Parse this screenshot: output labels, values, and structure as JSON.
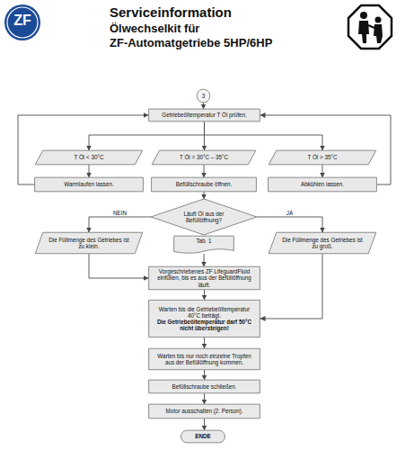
{
  "diagram": {
    "title": "Serviceinformation",
    "nodes": [
      {
        "text": [
          "3"
        ]
      },
      {
        "text": [
          "Getriebeöltemperatur T Öl prüfen."
        ]
      },
      {
        "text": [
          "T Öl < 30°C"
        ]
      },
      {
        "text": [
          "T Öl = 30°C – 35°C"
        ]
      },
      {
        "text": [
          "T Öl > 35°C"
        ]
      },
      {
        "text": [
          "Warmlaufen lassen."
        ]
      },
      {
        "text": [
          "Befüllschraube öffnen."
        ]
      },
      {
        "text": [
          "Abkühlen lassen."
        ]
      },
      {
        "text": [
          "Läuft Öl aus der Befüllöffnung?"
        ]
      },
      {
        "text": [
          "Die Füllmenge des Getriebes ist zu klein."
        ]
      },
      {
        "text": [
          "Tab. 1"
        ]
      },
      {
        "text": [
          "Die Füllmenge des Getriebes ist zu groß."
        ]
      },
      {
        "text": [
          "Vorgeschriebenes ZF LifeguardFluid einfüllen, bis es aus der Befüllöffnung läuft."
        ]
      },
      {
        "text": [
          "Warten bis die Getriebeöltemperatur 40°C beträgt.",
          "Die Getriebeöltemperatur darf 50°C nicht übersteigen!"
        ]
      },
      {
        "text": [
          "Warten bis nur noch einzelne Tropfen aus der Befüllöffnung kommen."
        ]
      },
      {
        "text": [
          "Befüllschraube schließen."
        ]
      },
      {
        "text": [
          "Motor ausschalten (2. Person)."
        ]
      },
      {
        "text": [
          "ENDE"
        ]
      }
    ],
    "edges": [
      {
        "from": 0,
        "to": 1,
        "arrow": "to"
      },
      {
        "from": 1,
        "to": 2,
        "arrow": "to"
      },
      {
        "from": 1,
        "to": 3,
        "arrow": "to"
      },
      {
        "from": 1,
        "to": 4,
        "arrow": "to"
      },
      {
        "from": 2,
        "to": 5,
        "arrow": "to"
      },
      {
        "from": 3,
        "to": 6,
        "arrow": "to"
      },
      {
        "from": 4,
        "to": 7,
        "arrow": "to"
      },
      {
        "from": 5,
        "to": 1,
        "arrow": "to"
      },
      {
        "from": 7,
        "to": 1,
        "arrow": "to"
      },
      {
        "from": 6,
        "to": 8,
        "arrow": "to"
      },
      {
        "from": 8,
        "to": 9,
        "label": "NEIN",
        "arrow": "to"
      },
      {
        "from": 8,
        "to": 11,
        "label": "JA",
        "arrow": "to"
      },
      {
        "from": 9,
        "to": 12,
        "arrow": "to"
      },
      {
        "from": 10,
        "to": 12,
        "arrow": "to"
      },
      {
        "from": 11,
        "to": 13,
        "arrow": "to"
      },
      {
        "from": 12,
        "to": 13,
        "arrow": "to"
      },
      {
        "from": 13,
        "to": 14,
        "arrow": "to"
      },
      {
        "from": 14,
        "to": 15,
        "arrow": "to"
      },
      {
        "from": 15,
        "to": 16,
        "arrow": "to"
      },
      {
        "from": 16,
        "to": 17,
        "arrow": "to"
      }
    ],
    "labels": [
      "ZF",
      "Ölwechselkit für",
      "ZF-Automatgetriebe 5HP/6HP"
    ]
  }
}
